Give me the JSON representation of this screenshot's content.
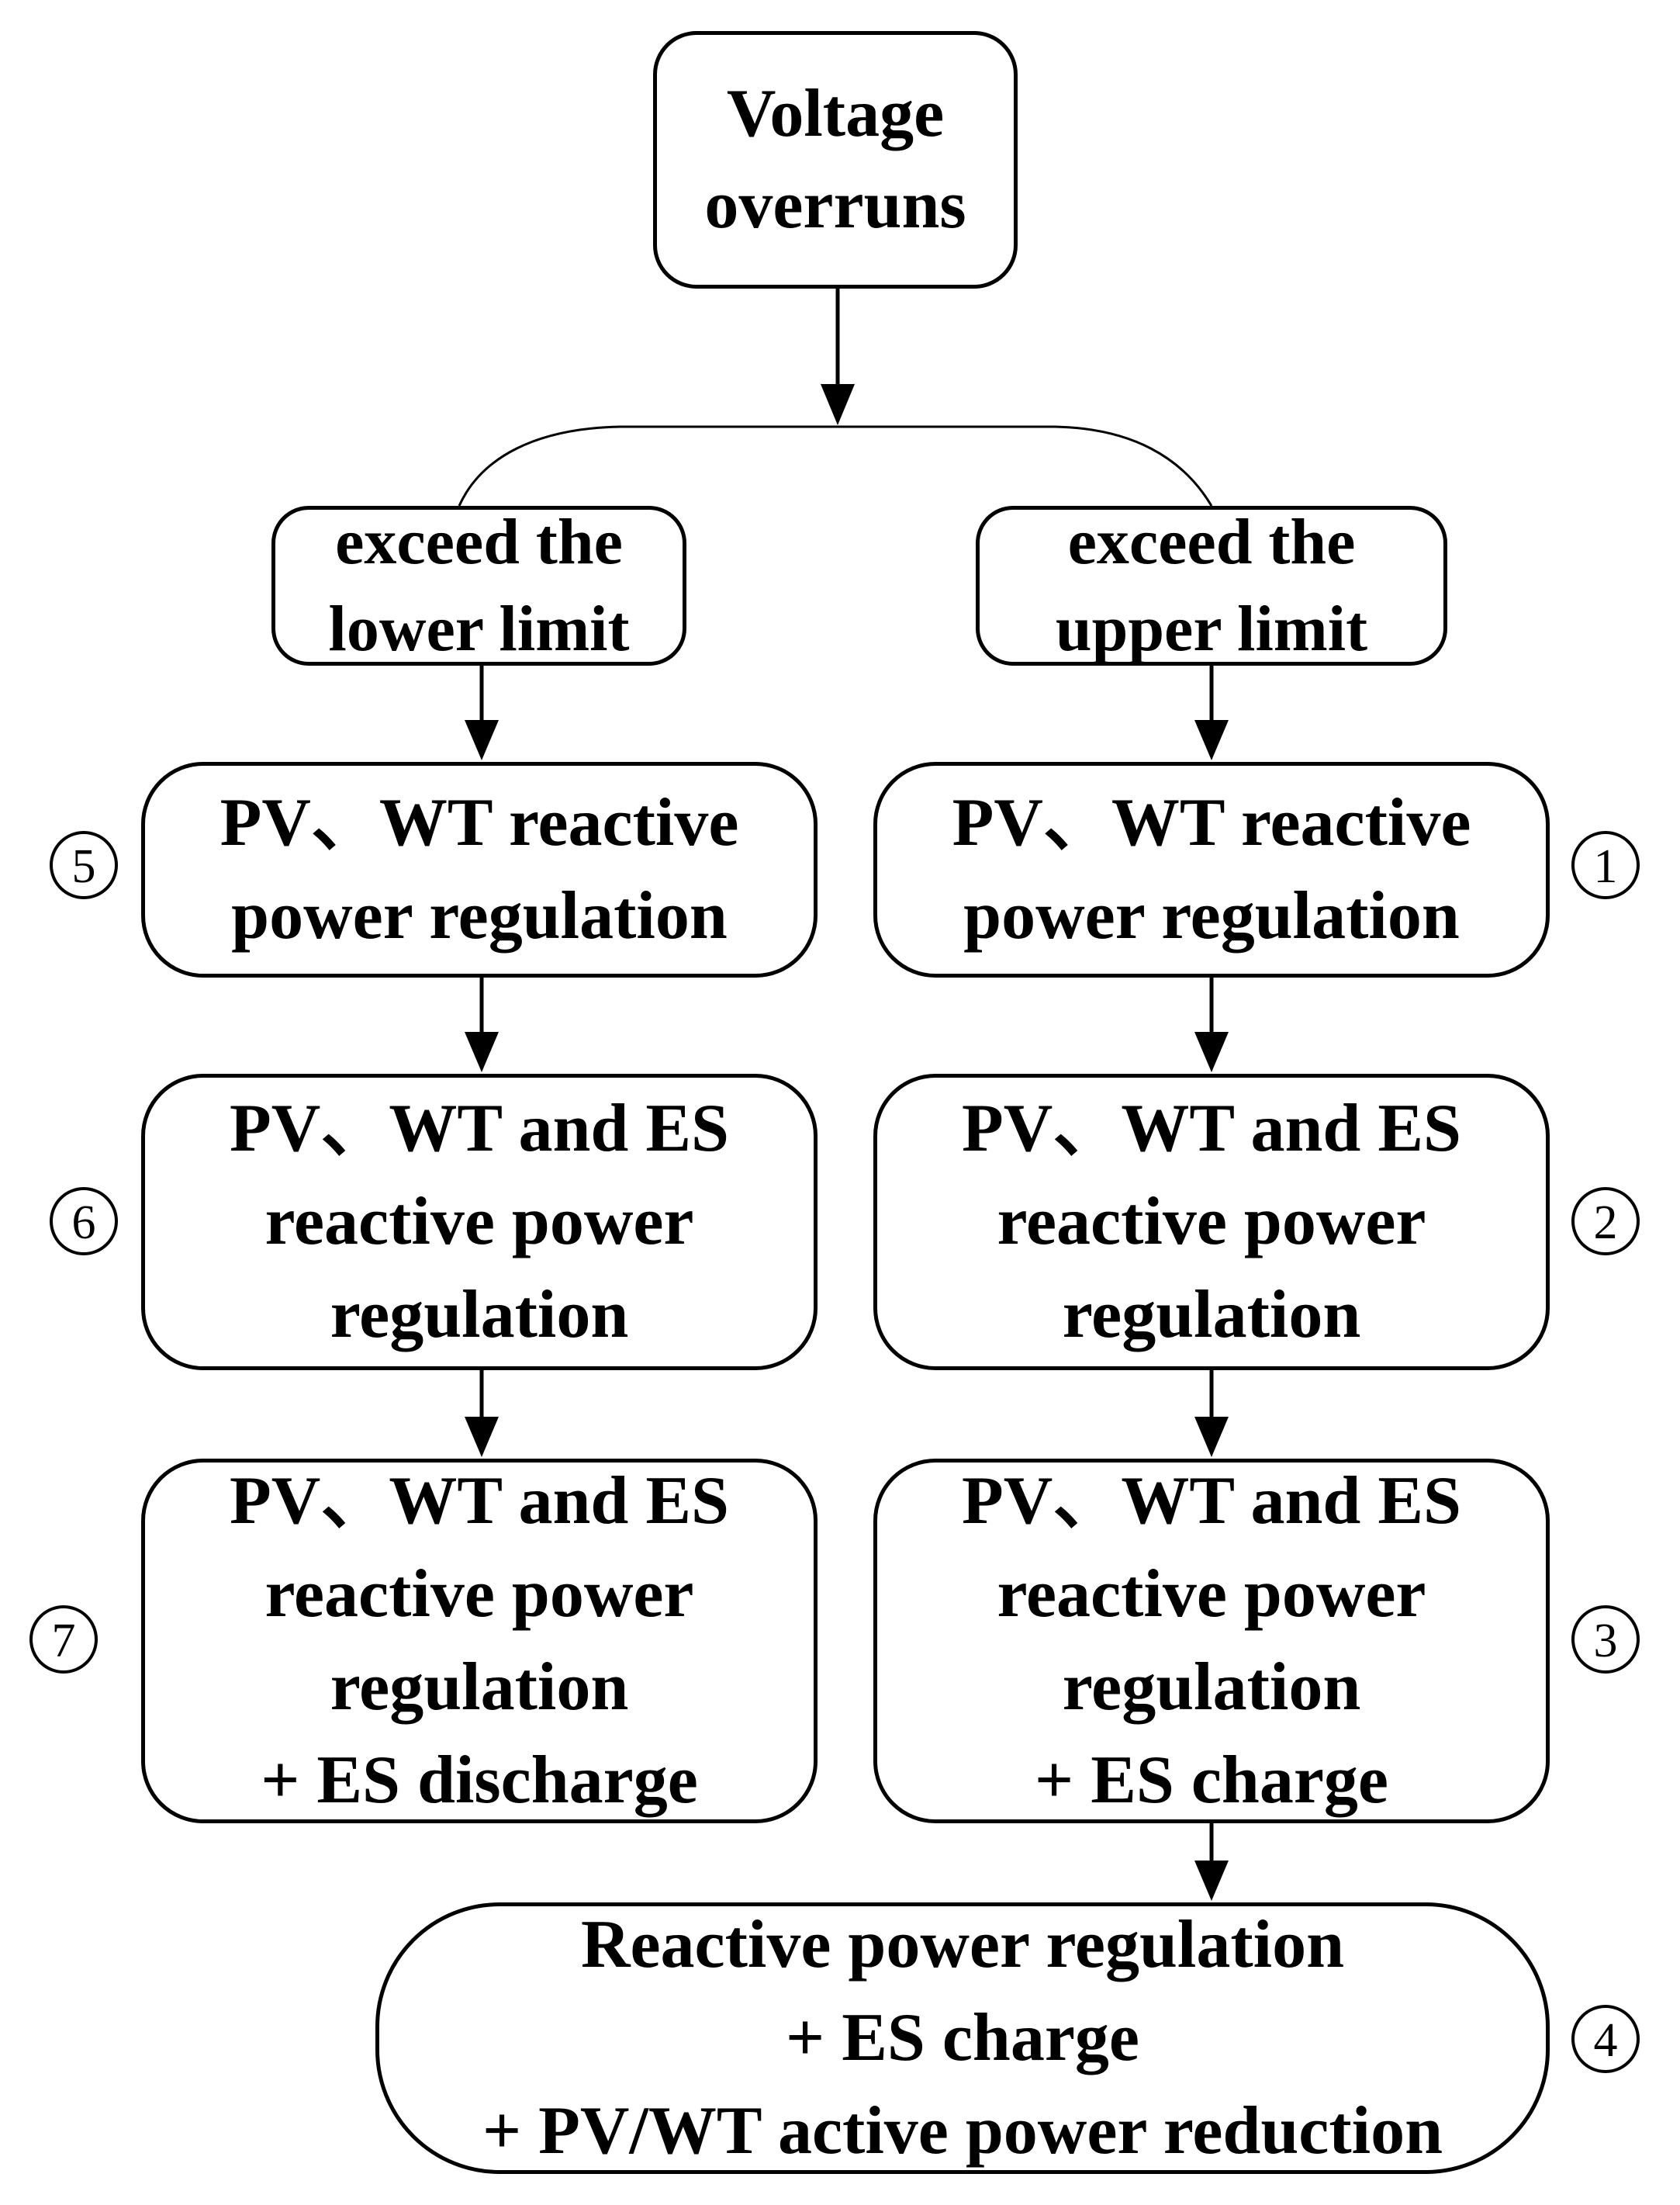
{
  "nodes": {
    "voltage_overruns": "Voltage\noverruns",
    "lower_limit": "exceed the\nlower limit",
    "upper_limit": "exceed the\nupper limit",
    "left_step1": "PV、WT reactive\npower regulation",
    "left_step2": "PV、WT and ES\nreactive power\nregulation",
    "left_step3": "PV、WT and ES\nreactive power\nregulation\n+ ES discharge",
    "right_step1": "PV、WT reactive\npower regulation",
    "right_step2": "PV、WT and ES\nreactive power\nregulation",
    "right_step3": "PV、WT and ES\nreactive power\nregulation\n+ ES charge",
    "final_step": "Reactive power regulation\n+ ES charge\n+ PV/WT active power reduction"
  },
  "step_numbers": {
    "s1": "1",
    "s2": "2",
    "s3": "3",
    "s4": "4",
    "s5": "5",
    "s6": "6",
    "s7": "7"
  }
}
